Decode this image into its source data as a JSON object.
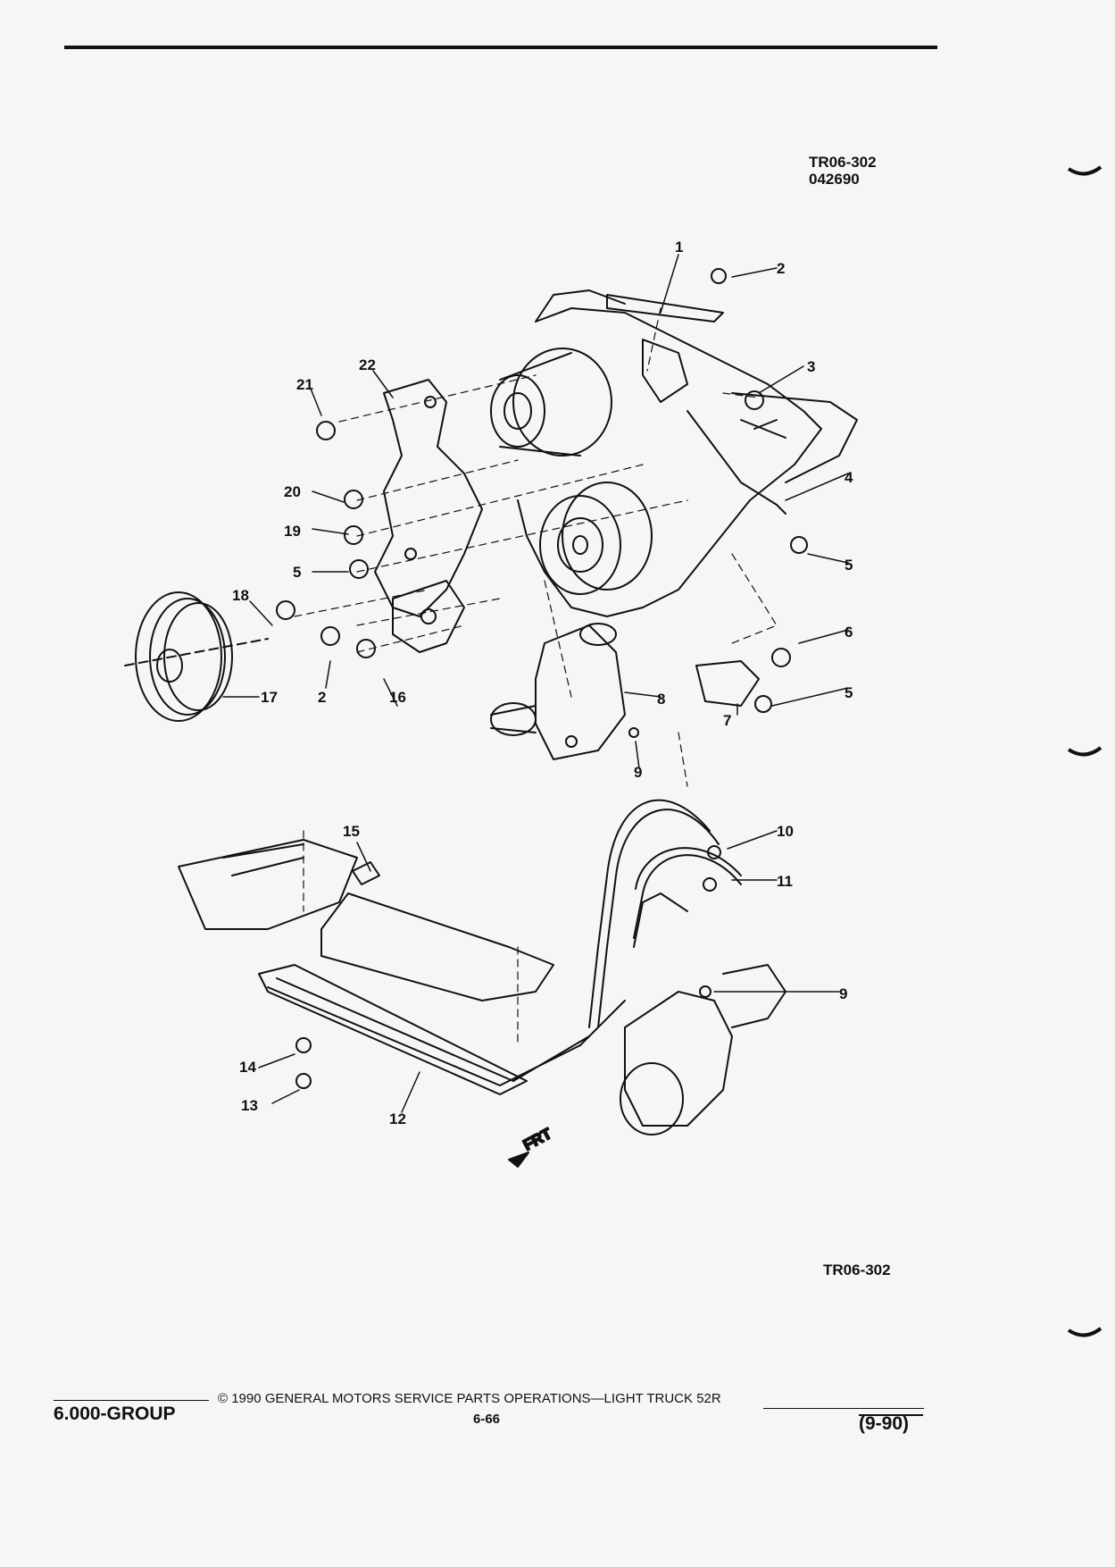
{
  "figure": {
    "code_top": "TR06-302",
    "date_code": "042690",
    "code_bottom": "TR06-302",
    "direction_label": "FRT"
  },
  "callouts": [
    {
      "id": "1",
      "label": "1"
    },
    {
      "id": "2",
      "label": "2"
    },
    {
      "id": "3",
      "label": "3"
    },
    {
      "id": "4",
      "label": "4"
    },
    {
      "id": "5a",
      "label": "5"
    },
    {
      "id": "5b",
      "label": "5"
    },
    {
      "id": "5c",
      "label": "5"
    },
    {
      "id": "6",
      "label": "6"
    },
    {
      "id": "7",
      "label": "7"
    },
    {
      "id": "8",
      "label": "8"
    },
    {
      "id": "9a",
      "label": "9"
    },
    {
      "id": "9b",
      "label": "9"
    },
    {
      "id": "10",
      "label": "10"
    },
    {
      "id": "11",
      "label": "11"
    },
    {
      "id": "12",
      "label": "12"
    },
    {
      "id": "13",
      "label": "13"
    },
    {
      "id": "14",
      "label": "14"
    },
    {
      "id": "15",
      "label": "15"
    },
    {
      "id": "16",
      "label": "16"
    },
    {
      "id": "17",
      "label": "17"
    },
    {
      "id": "18",
      "label": "18"
    },
    {
      "id": "19",
      "label": "19"
    },
    {
      "id": "20",
      "label": "20"
    },
    {
      "id": "21",
      "label": "21"
    },
    {
      "id": "22",
      "label": "22"
    },
    {
      "id": "2b",
      "label": "2"
    }
  ],
  "footer": {
    "group": "6.000-GROUP",
    "copyright": "© 1990 GENERAL MOTORS SERVICE PARTS OPERATIONS—LIGHT TRUCK 52R",
    "page": "6-66",
    "date": "(9-90)"
  }
}
